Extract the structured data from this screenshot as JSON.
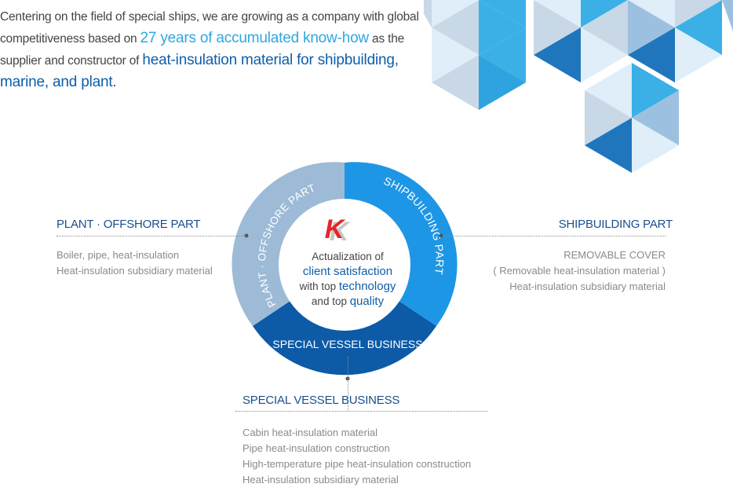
{
  "intro": {
    "part1": "Centering on the field of special ships, we are growing as a company with global competitiveness based on ",
    "highlight1": "27 years of accumulated know-how",
    "part2": " as the supplier and constructor of ",
    "highlight2": "heat-insulation material for shipbuilding, marine, and plant."
  },
  "circle": {
    "logo": "K",
    "center_line1": "Actualization of",
    "center_line2": "client satisfaction",
    "center_line3a": "with top ",
    "center_line3b": "technology",
    "center_line4a": "and top ",
    "center_line4b": "quality",
    "segment_left": "PLANT · OFFSHORE PART",
    "segment_right": "SHIPBUILDING PART",
    "segment_bottom": "SPECIAL VESSEL BUSINESS"
  },
  "plant": {
    "title": "PLANT · OFFSHORE PART",
    "items": [
      "Boiler, pipe, heat-insulation",
      "Heat-insulation subsidiary material"
    ]
  },
  "shipbuilding": {
    "title": "SHIPBUILDING PART",
    "items": [
      "REMOVABLE COVER",
      "( Removable heat-insulation material )",
      "Heat-insulation subsidiary material"
    ]
  },
  "special": {
    "title": "SPECIAL VESSEL BUSINESS",
    "items": [
      "Cabin heat-insulation material",
      "Pipe heat-insulation construction",
      "High-temperature pipe heat-insulation construction",
      "Heat-insulation subsidiary material"
    ]
  },
  "colors": {
    "left_segment": "#9dbbd6",
    "right_segment": "#1e96e6",
    "bottom_segment": "#0d5aa7",
    "title": "#1b4f8c",
    "highlight_light": "#2ea7e0",
    "highlight_dark": "#0f5ea8"
  }
}
